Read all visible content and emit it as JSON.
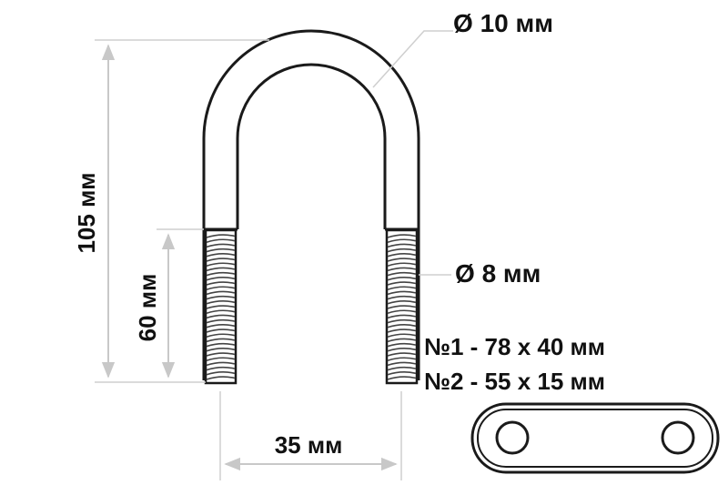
{
  "labels": {
    "rod_diameter": "10 мм",
    "thread_diameter": "8 мм",
    "total_height": "105 мм",
    "thread_length": "60 мм",
    "inner_width": "35 мм",
    "plate_option_1": "№1 - 78 x 40 мм",
    "plate_option_2": "№2 - 55 x 15 мм"
  },
  "symbols": {
    "diameter": "Ø"
  },
  "colors": {
    "ink": "#1a1a1a",
    "dimension_line": "#c8c8c8",
    "background": "#ffffff"
  },
  "icons": {
    "diameter_symbol": "diameter-icon",
    "arrow": "arrowhead-icon"
  }
}
